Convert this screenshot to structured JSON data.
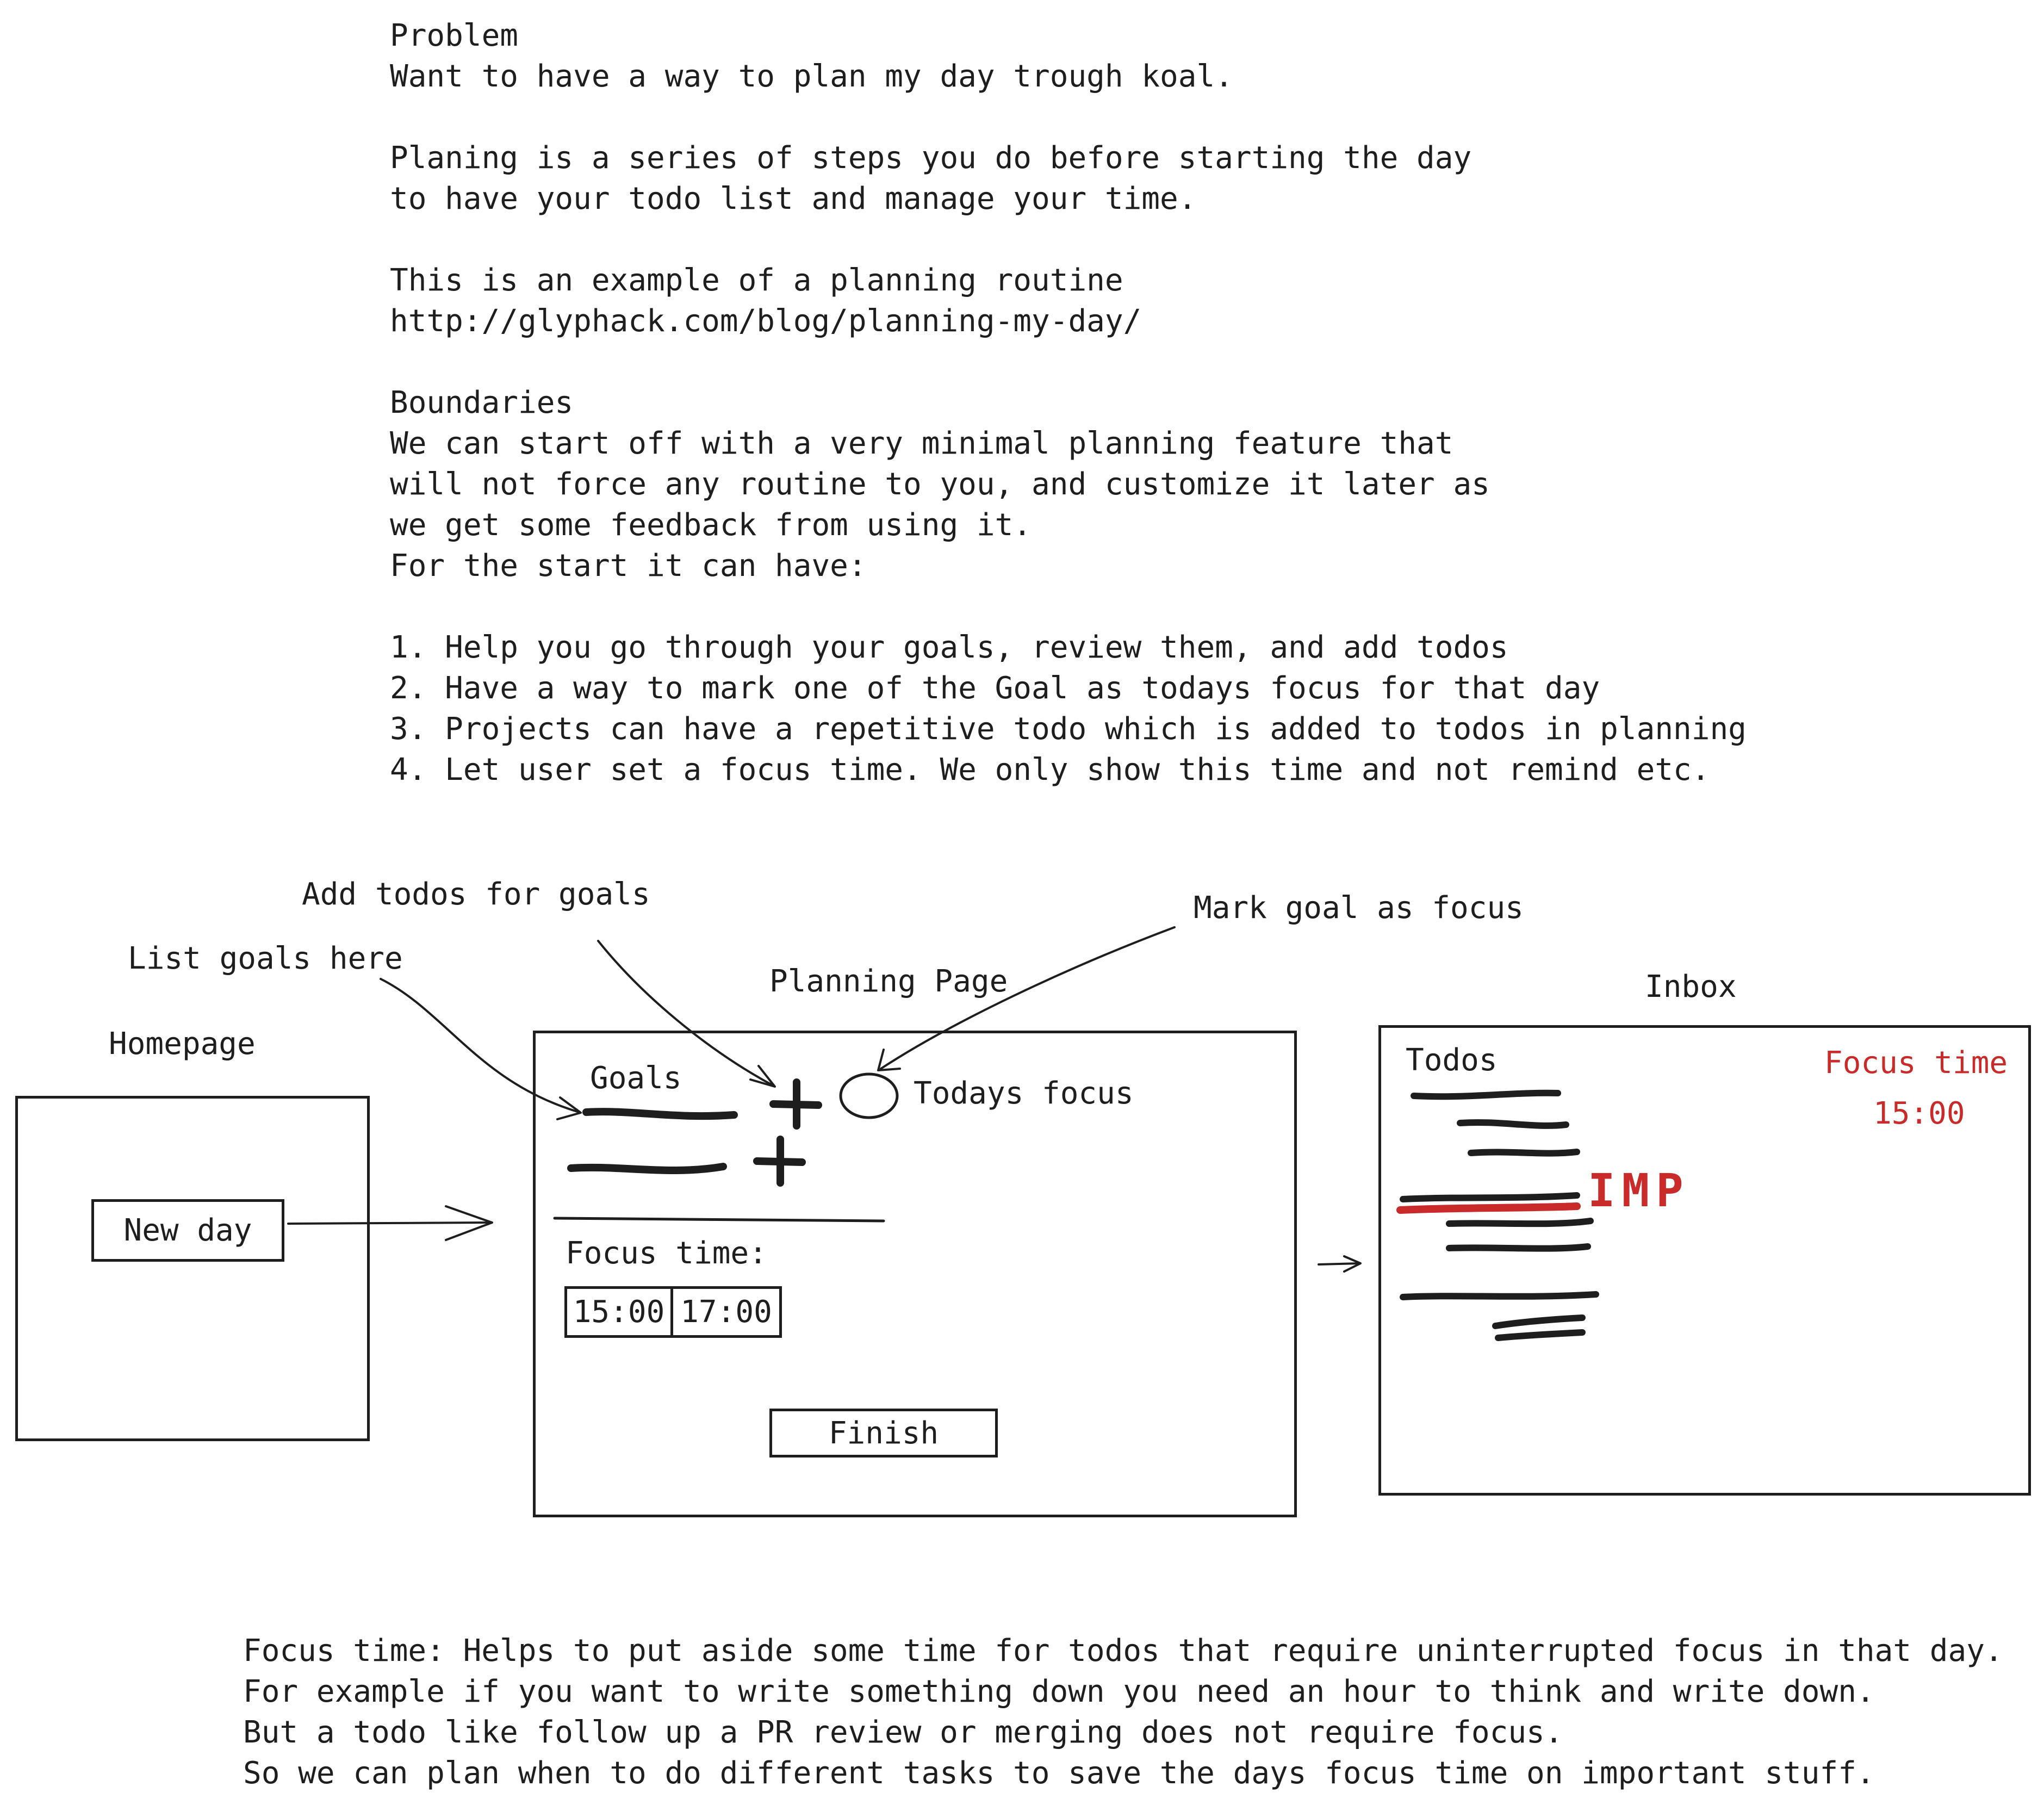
{
  "problem": {
    "heading": "Problem",
    "line1": "Want to have a way to plan my day trough koal.",
    "line2": "Planing is a series of steps you do before starting the day",
    "line3": "to have your todo list and manage your time.",
    "line4": "This is an example of a planning routine",
    "link": "http://glyphack.com/blog/planning-my-day/"
  },
  "boundaries": {
    "heading": "Boundaries",
    "lines": [
      "We can start off with a very minimal planning feature that",
      "will not force any routine to you, and customize it later as",
      "we get some feedback from using it.",
      "For the start it can have:"
    ],
    "items": [
      "1. Help you go through your goals, review them, and add todos",
      "2. Have a way to mark one of the Goal as todays focus for that day",
      "3. Projects can have a repetitive todo which is added to todos in planning",
      "4. Let user set a focus time. We only show this time and not remind etc."
    ]
  },
  "annotations": {
    "add_todos": "Add todos for goals",
    "list_goals": "List goals here",
    "mark_focus": "Mark goal as focus"
  },
  "homepage": {
    "title": "Homepage",
    "new_day_button": "New day"
  },
  "planning": {
    "title": "Planning Page",
    "goals_label": "Goals",
    "todays_focus": "Todays focus",
    "focus_time_label": "Focus time:",
    "time_start": "15:00",
    "time_end": "17:00",
    "finish_button": "Finish"
  },
  "inbox": {
    "title": "Inbox",
    "todos_label": "Todos",
    "focus_time_label": "Focus time",
    "focus_time_value": "15:00",
    "imp_tag": "IMP"
  },
  "footer": {
    "lines": [
      "Focus time: Helps to put aside some time for todos that require uninterrupted focus in that day.",
      "For example if you want to write something down you need an hour to think and write down.",
      "But a todo like follow up a PR review or merging does not require focus.",
      "So we can plan when to do different tasks to save the days focus time on important stuff."
    ]
  },
  "colors": {
    "ink": "#1e1e1e",
    "accent_red": "#c92a2a"
  }
}
